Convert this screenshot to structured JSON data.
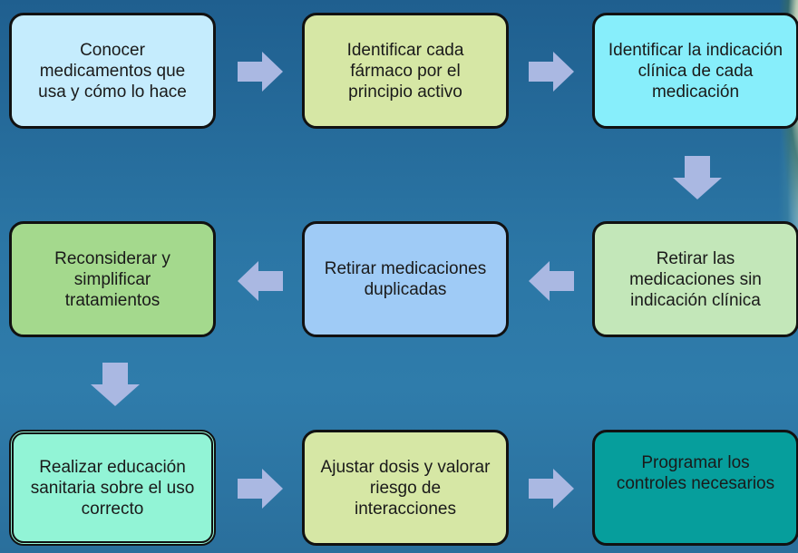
{
  "steps": [
    {
      "id": "s1",
      "text": "Conocer medicamentos que usa y cómo lo hace",
      "color": "#c5ecfd"
    },
    {
      "id": "s2",
      "text": "Identificar cada fármaco por el principio activo",
      "color": "#d6e7a5"
    },
    {
      "id": "s3",
      "text": "Identificar la indicación clínica de cada medicación",
      "color": "#87eefb"
    },
    {
      "id": "s4",
      "text": "Retirar las medicaciones sin indicación clínica",
      "color": "#c3e7b9"
    },
    {
      "id": "s5",
      "text": "Retirar medicaciones duplicadas",
      "color": "#9fcbf6"
    },
    {
      "id": "s6",
      "text": "Reconsiderar y simplificar tratamientos",
      "color": "#a4d98d"
    },
    {
      "id": "s7",
      "text": "Realizar educación sanitaria sobre el uso correcto",
      "color": "#92f4d6"
    },
    {
      "id": "s8",
      "text": "Ajustar dosis y valorar riesgo de interacciones",
      "color": "#d6e7a5"
    },
    {
      "id": "s9",
      "text": "Programar los controles necesarios",
      "color": "#069e9c"
    }
  ],
  "arrow_color": "#aab8e2"
}
